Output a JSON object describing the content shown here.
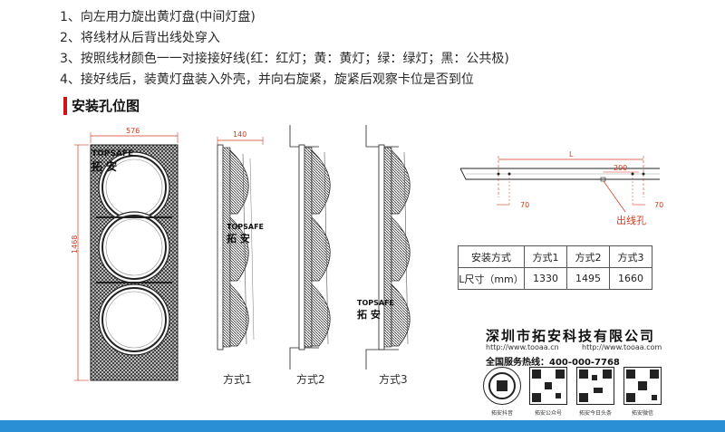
{
  "steps": [
    "1、向左用力旋出黄灯盘(中间灯盘)",
    "2、将线材从后背出线处穿入",
    "3、按照线材颜色一一对接接好线(红：红灯；黄：黄灯；绿：绿灯；黑：公共极)",
    "4、接好线后，装黄灯盘装入外壳，并向右旋紧，旋紧后观察卡位是否到位"
  ],
  "section_title": "安装孔位图",
  "figure": {
    "width_dim": "576",
    "height_dim": "1468",
    "depth_dim": "140",
    "rail_L": "L",
    "rail_200": "200",
    "rail_70_left": "70",
    "rail_70_right": "70",
    "outlet_label": "出线孔",
    "mode1": "方式1",
    "mode2": "方式2",
    "mode3": "方式3",
    "logo_en": "TOPSAFE",
    "logo_cn": "拓 安"
  },
  "table": {
    "header": [
      "安装方式",
      "方式1",
      "方式2",
      "方式3"
    ],
    "row_label": "L尺寸（mm）",
    "values": [
      "1330",
      "1495",
      "1660"
    ]
  },
  "company": {
    "name": "深圳市拓安科技有限公司",
    "url1": "http://www.tooaa.cn",
    "url2": "http://www.tooaa.com",
    "hotline": "全国服务热线：400-000-7768"
  },
  "qr_captions": [
    "拓安抖音",
    "拓安公众号",
    "拓安今日头条",
    "拓安微信"
  ],
  "colors": {
    "accent_red": "#d0121b",
    "dimension": "#d23a1e",
    "bottom_bar": "#2b8fd6"
  }
}
